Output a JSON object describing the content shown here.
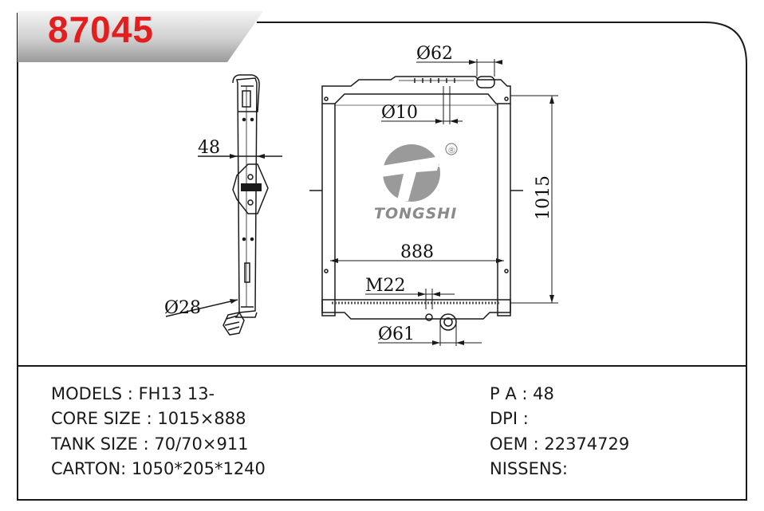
{
  "header": {
    "part_number": "87045"
  },
  "brand": {
    "logo_text": "TONGSHI",
    "registered_mark": "®"
  },
  "dimensions": {
    "side_width": "48",
    "side_inlet": "Ø28",
    "top_neck": "Ø62",
    "top_pipe": "Ø10",
    "height": "1015",
    "width": "888",
    "thread": "M22",
    "bottom_outlet": "Ø61"
  },
  "specs_left": [
    {
      "label": "MODELS",
      "sep": " : ",
      "value": "FH13 13-"
    },
    {
      "label": "CORE SIZE",
      "sep": " : ",
      "value": "1015×888"
    },
    {
      "label": "TANK SIZE",
      "sep": " : ",
      "value": "70/70×911"
    },
    {
      "label": "CARTON",
      "sep": ": ",
      "value": "1050*205*1240"
    }
  ],
  "specs_right": [
    {
      "label": "P A",
      "sep": " : ",
      "value": "48"
    },
    {
      "label": "DPI",
      "sep": " : ",
      "value": ""
    },
    {
      "label": "OEM",
      "sep": " : ",
      "value": "22374729"
    },
    {
      "label": "NISSENS",
      "sep": ":",
      "value": ""
    }
  ],
  "colors": {
    "part_number": "#e31e1e",
    "line": "#1a1a1a",
    "logo": "#8a8a8a"
  }
}
